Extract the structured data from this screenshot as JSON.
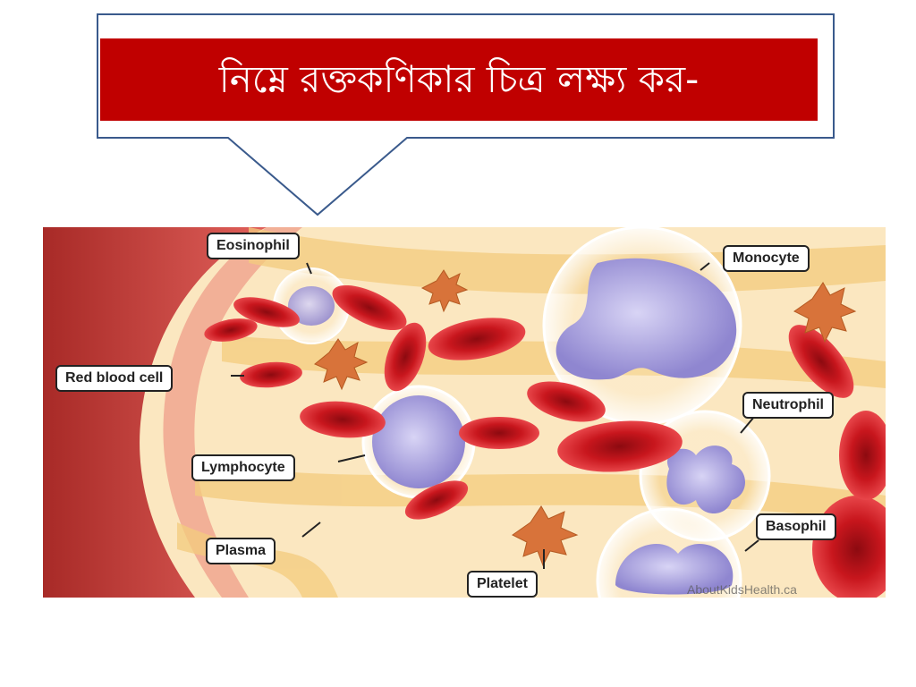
{
  "title": {
    "text": "নিম্নে রক্তকণিকার চিত্র  লক্ষ্য কর-",
    "bar_color": "#c00000",
    "frame_color": "#3a5a8c"
  },
  "diagram": {
    "labels": {
      "eosinophil": "Eosinophil",
      "monocyte": "Monocyte",
      "red_blood_cell": "Red blood cell",
      "neutrophil": "Neutrophil",
      "lymphocyte": "Lymphocyte",
      "basophil": "Basophil",
      "plasma": "Plasma",
      "platelet": "Platelet"
    },
    "colors": {
      "vessel_wall": "#c9403a",
      "plasma": "#f6d79a",
      "red_cell": "#c8161d",
      "white_cell": "#a9a4e0",
      "platelet": "#d8733a"
    },
    "watermark": "AboutKidsHealth.ca"
  }
}
